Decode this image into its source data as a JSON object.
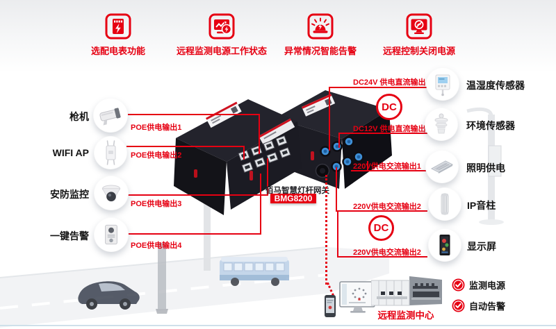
{
  "colors": {
    "accent_red": "#e60012",
    "device_black": "#1b1b23",
    "connector_blue": "#3f8fd6"
  },
  "features": [
    {
      "label": "选配电表功能",
      "icon": "electric-meter-icon"
    },
    {
      "label": "远程监测电源工作状态",
      "icon": "monitor-chart-icon"
    },
    {
      "label": "异常情况智能告警",
      "icon": "alarm-siren-icon"
    },
    {
      "label": "远程控制关闭电源",
      "icon": "power-off-monitor-icon"
    }
  ],
  "left_devices": [
    {
      "label": "枪机",
      "icon": "bullet-camera-icon",
      "output": "POE供电输出1"
    },
    {
      "label": "WIFI AP",
      "icon": "wifi-ap-icon",
      "output": "POE供电输出2"
    },
    {
      "label": "安防监控",
      "icon": "dome-camera-icon",
      "output": "POE供电输出3"
    },
    {
      "label": "一键告警",
      "icon": "alarm-panel-icon",
      "output": "POE供电输出4"
    }
  ],
  "gateway": {
    "name": "佰马智慧灯杆网关",
    "model": "BMG8200",
    "dc_badge": "DC"
  },
  "right_outputs": [
    "DC24V 供电直流输出",
    "DC12V 供电直流输出",
    "220V供电交流输出1",
    "220V供电交流输出2",
    "220V供电交流输出2"
  ],
  "right_devices": [
    {
      "label": "温湿度传感器",
      "icon": "temp-humidity-sensor-icon"
    },
    {
      "label": "环境传感器",
      "icon": "environment-sensor-icon"
    },
    {
      "label": "照明供电",
      "icon": "street-light-icon"
    },
    {
      "label": "IP音柱",
      "icon": "ip-speaker-column-icon"
    },
    {
      "label": "显示屏",
      "icon": "display-screen-icon"
    }
  ],
  "monitoring": {
    "title": "远程监测中心",
    "badges": [
      {
        "label": "监测电源"
      },
      {
        "label": "自动告警"
      }
    ]
  }
}
